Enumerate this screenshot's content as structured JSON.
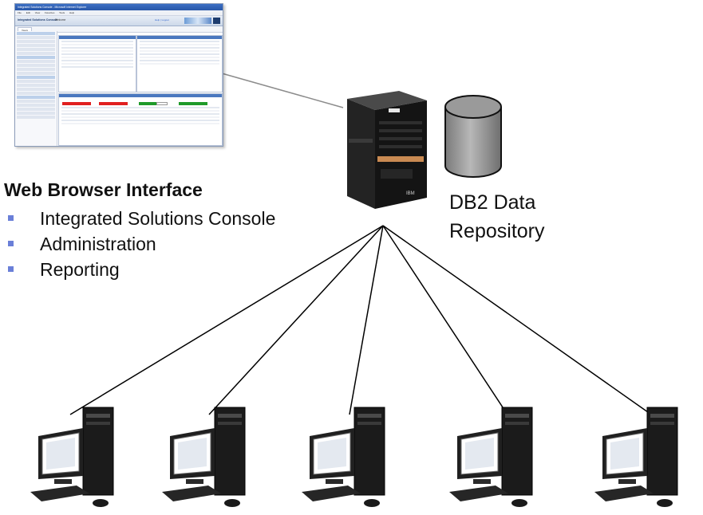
{
  "browser_screenshot": {
    "window_title": "Integrated Solutions Console - Microsoft Internet Explorer",
    "menu": [
      "File",
      "Edit",
      "View",
      "Favorites",
      "Tools",
      "Help"
    ],
    "app_title": "Integrated Solutions Console",
    "welcome": "Welcome"
  },
  "web_interface": {
    "heading": "Web Browser Interface",
    "items": [
      {
        "label": "Integrated Solutions Console"
      },
      {
        "label": "Administration"
      },
      {
        "label": "Reporting"
      }
    ]
  },
  "repository": {
    "line1": "DB2 Data",
    "line2": "Repository"
  },
  "colors": {
    "bullet": "#6a7fd8",
    "line": "#000000"
  },
  "icons": [
    "server-icon",
    "database-icon",
    "desktop-computer-icon",
    "browser-screenshot"
  ]
}
